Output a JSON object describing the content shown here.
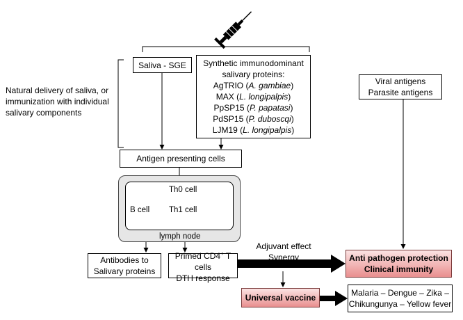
{
  "boxes": {
    "saliva_sge": "Saliva - SGE",
    "synthetic": {
      "title1": "Synthetic immunodominant",
      "title2": "salivary proteins:",
      "items": [
        {
          "name": "AgTRIO",
          "species": "A. gambiae"
        },
        {
          "name": "MAX",
          "species": "L. longipalpis"
        },
        {
          "name": "PpSP15",
          "species": "P. papatasi"
        },
        {
          "name": "PdSP15",
          "species": "P. duboscqi"
        },
        {
          "name": "LJM19",
          "species": "L. longipalpis"
        }
      ]
    },
    "antigens": {
      "line1": "Viral antigens",
      "line2": "Parasite antigens"
    },
    "apc": "Antigen presenting cells",
    "antibodies": {
      "line1": "Antibodies to",
      "line2": "Salivary proteins"
    },
    "primed": {
      "line1_prefix": "Primed CD4",
      "line1_sup": "+",
      "line1_suffix": " T cells",
      "line2": "DTH response"
    },
    "protection": {
      "line1": "Anti pathogen protection",
      "line2": "Clinical immunity"
    },
    "universal": "Universal vaccine",
    "diseases": {
      "line1": "Malaria – Dengue – Zika –",
      "line2": "Chikungunya – Yellow fever"
    }
  },
  "natural_delivery": {
    "line1": "Natural delivery of saliva, or",
    "line2": "immunization with individual",
    "line3": "salivary components"
  },
  "lymph": {
    "th0": "Th0 cell",
    "th1": "Th1 cell",
    "bcell": "B cell",
    "label": "lymph node"
  },
  "adjuvant": {
    "line1": "Adjuvant effect",
    "line2": "Synergy"
  },
  "colors": {
    "pink_top": "#fbe3e3",
    "pink_bottom": "#e98f8f",
    "arrow": "#000000",
    "node_bg": "#e6e6e6"
  },
  "icons": {
    "syringe": "syringe-icon"
  }
}
